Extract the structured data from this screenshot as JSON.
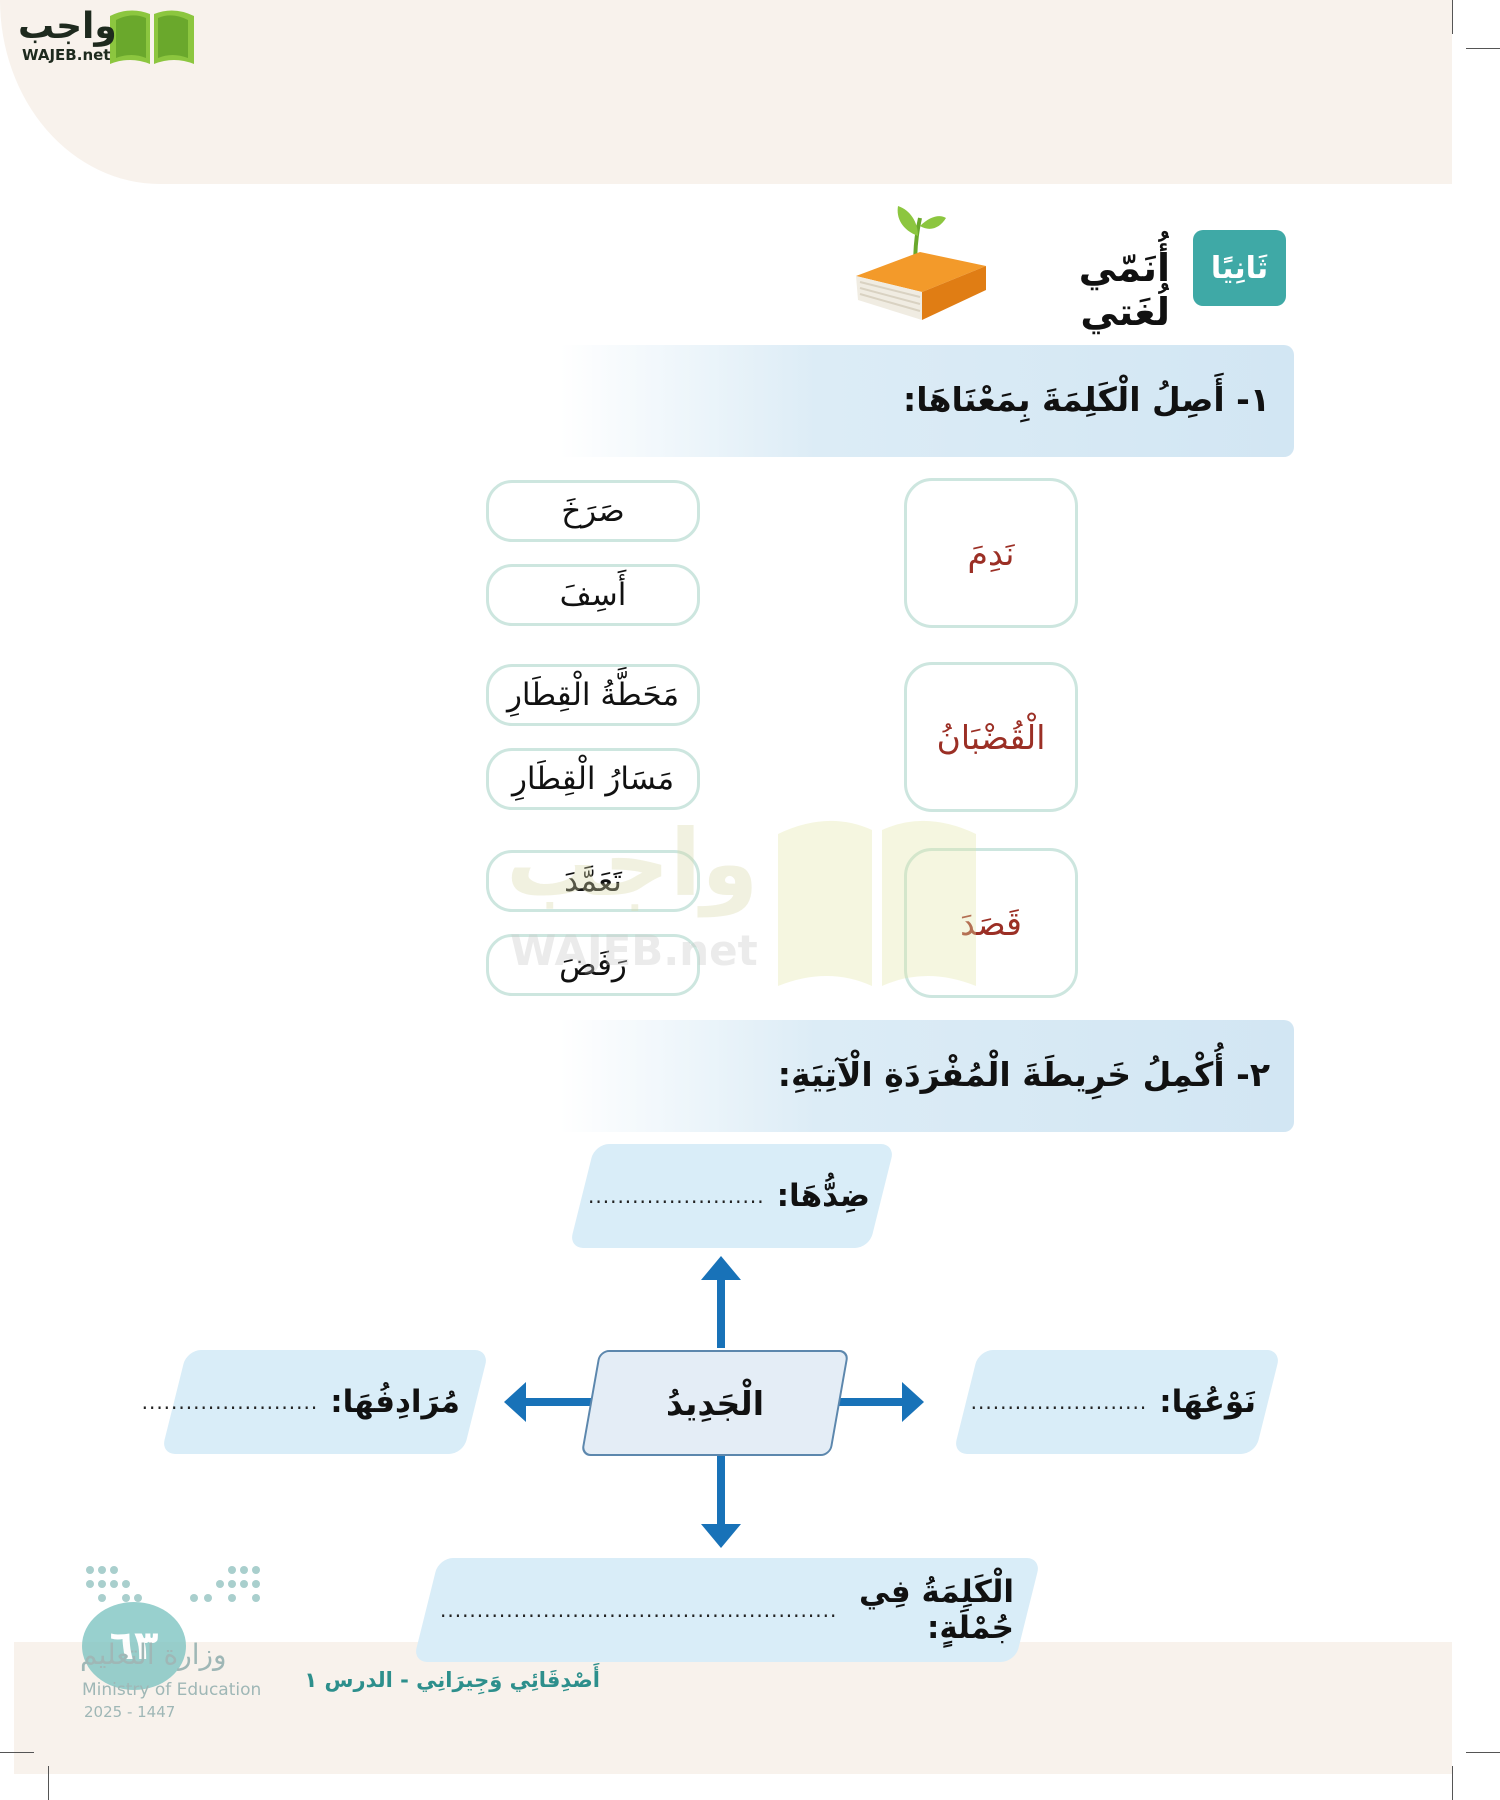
{
  "brand": {
    "arabic": "واجب",
    "latin": "WAJEB.net"
  },
  "section": {
    "badge": "ثَانِيًا",
    "title": "أُنَمّي لُغَتي"
  },
  "question1": {
    "text": "١- أَصِلُ الْكَلِمَةَ بِمَعْنَاهَا:",
    "words": [
      "نَدِمَ",
      "الْقُضْبَانُ",
      "قَصَدَ"
    ],
    "meanings": [
      "صَرَخَ",
      "أَسِفَ",
      "مَحَطَّةُ الْقِطَارِ",
      "مَسَارُ الْقِطَارِ",
      "تَعَمَّدَ",
      "رَفَضَ"
    ]
  },
  "question2": {
    "text": "٢- أُكْمِلُ خَرِيطَةَ الْمُفْرَدَةِ الْآتِيَةِ:",
    "center_word": "الْجَدِيدُ",
    "antonym_label": "ضِدُّهَا:",
    "type_label": "نَوْعُهَا:",
    "synonym_label": "مُرَادِفُهَا:",
    "sentence_label": "الْكَلِمَةُ فِي جُمْلَةٍ:",
    "dots_short": "........................",
    "dots_long": "......................................................"
  },
  "footer": {
    "lesson": "أَصْدِقَائِي وَجِيرَانِي - الدرس ١",
    "page_number": "٦٣",
    "ministry_ar": "وزارة التعليم",
    "ministry_en": "Ministry of Education",
    "year": "2025 - 1447"
  }
}
